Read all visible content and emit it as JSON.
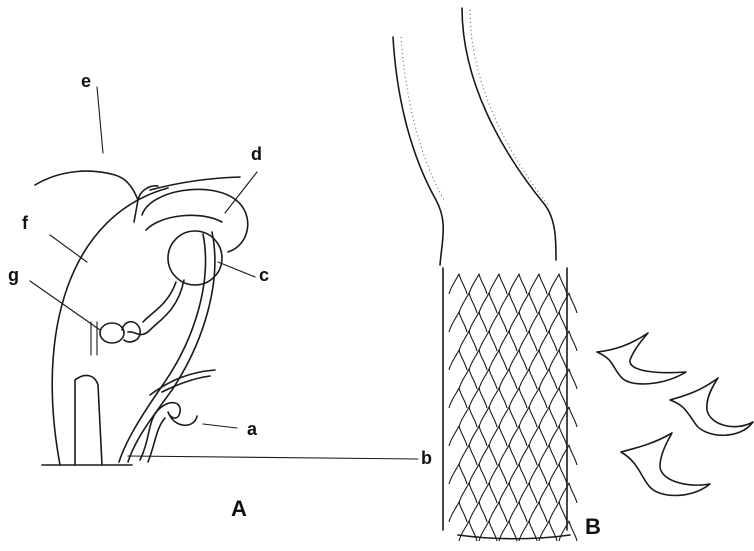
{
  "figure": {
    "panels": {
      "a": "A",
      "b": "B"
    },
    "labels": {
      "a": "a",
      "b": "b",
      "c": "c",
      "d": "d",
      "e": "e",
      "f": "f",
      "g": "g"
    }
  }
}
